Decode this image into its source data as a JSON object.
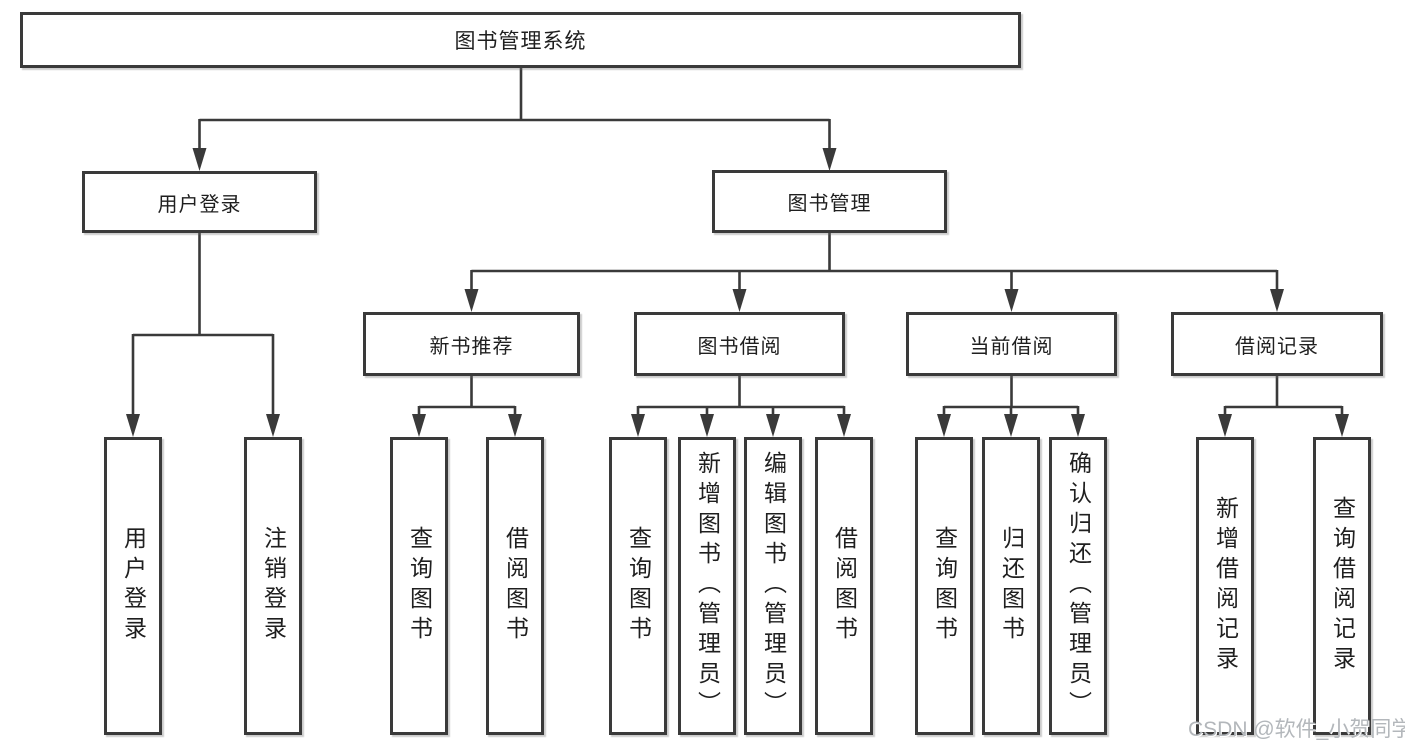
{
  "tree": {
    "root": {
      "label": "图书管理系统"
    },
    "branches": [
      {
        "label": "用户登录",
        "children": [
          {
            "label": "用户登录"
          },
          {
            "label": "注销登录"
          }
        ]
      },
      {
        "label": "图书管理",
        "children": [
          {
            "label": "新书推荐",
            "children": [
              {
                "label": "查询图书"
              },
              {
                "label": "借阅图书"
              }
            ]
          },
          {
            "label": "图书借阅",
            "children": [
              {
                "label": "查询图书"
              },
              {
                "label": "新增图书（管理员）"
              },
              {
                "label": "编辑图书（管理员）"
              },
              {
                "label": "借阅图书"
              }
            ]
          },
          {
            "label": "当前借阅",
            "children": [
              {
                "label": "查询图书"
              },
              {
                "label": "归还图书"
              },
              {
                "label": "确认归还（管理员）"
              }
            ]
          },
          {
            "label": "借阅记录",
            "children": [
              {
                "label": "新增借阅记录"
              },
              {
                "label": "查询借阅记录"
              }
            ]
          }
        ]
      }
    ]
  },
  "watermark": "CSDN @软件_小贺同学",
  "colors": {
    "line": "#3a3a3a",
    "border": "#3a3a3a",
    "text": "#1f1f1f",
    "watermark": "#b3b7bb",
    "background": "#ffffff"
  }
}
